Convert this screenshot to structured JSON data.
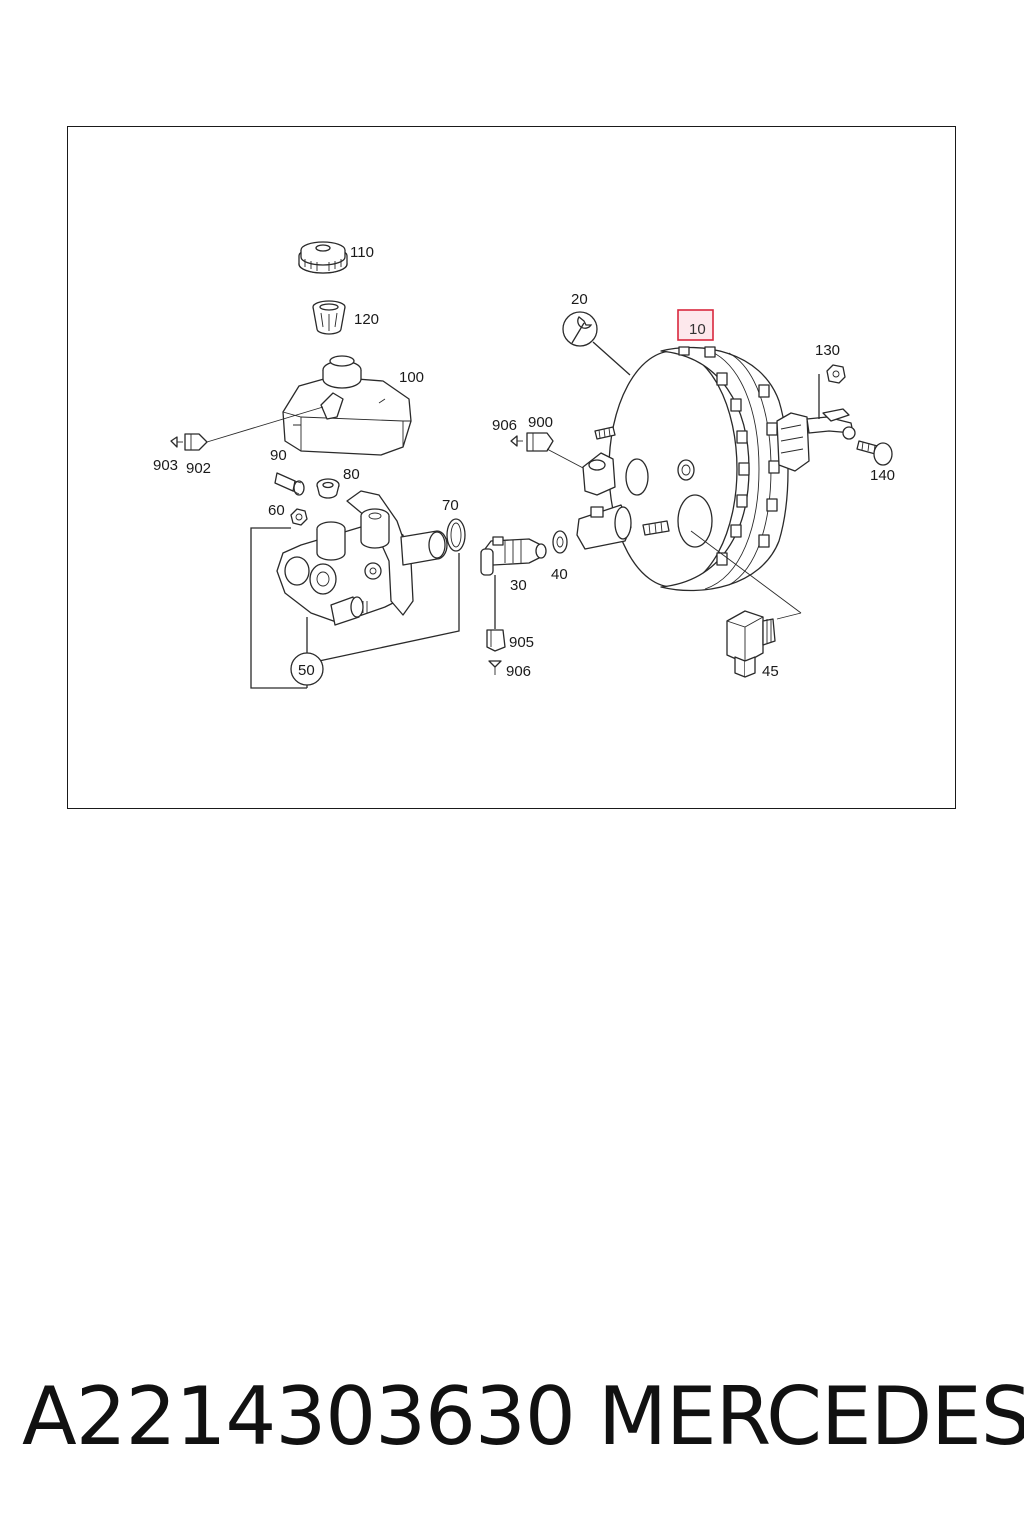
{
  "footer": {
    "part_number": "A2214303630",
    "brand": "MERCEDES"
  },
  "diagram": {
    "highlighted_part": "10",
    "labels": {
      "l10": "10",
      "l20": "20",
      "l30": "30",
      "l40": "40",
      "l45": "45",
      "l50": "50",
      "l60": "60",
      "l70": "70",
      "l80": "80",
      "l90": "90",
      "l100": "100",
      "l110": "110",
      "l120": "120",
      "l130": "130",
      "l140": "140",
      "l900": "900",
      "l902": "902",
      "l903": "903",
      "l905": "905",
      "l906a": "906",
      "l906b": "906"
    },
    "colors": {
      "highlight_border": "#d9273e",
      "highlight_fill": "#fde8ec",
      "line": "#2a2a2a"
    }
  }
}
